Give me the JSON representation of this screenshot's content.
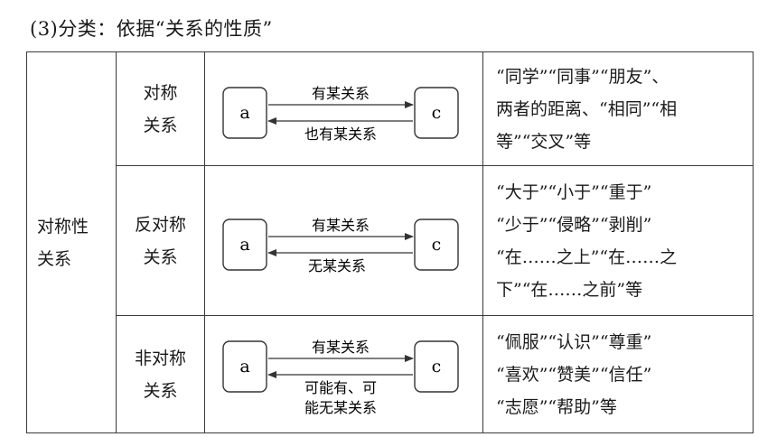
{
  "heading": "(3)分类：依据“关系的性质”",
  "category": [
    "对称性",
    "关系"
  ],
  "rows": [
    {
      "sub": [
        "对称",
        "关系"
      ],
      "node_a": "a",
      "node_c": "c",
      "top_label": "有某关系",
      "bottom_label": [
        "也有某关系"
      ],
      "examples": [
        "“同学”“同事”“朋友”、",
        "两者的距离、“相同”“相",
        "等”“交叉”等"
      ]
    },
    {
      "sub": [
        "反对称",
        "关系"
      ],
      "node_a": "a",
      "node_c": "c",
      "top_label": "有某关系",
      "bottom_label": [
        "无某关系"
      ],
      "examples": [
        "“大于”“小于”“重于”",
        "“少于”“侵略”“剥削”",
        "“在……之上”“在……之",
        "下”“在……之前”等"
      ]
    },
    {
      "sub": [
        "非对称",
        "关系"
      ],
      "node_a": "a",
      "node_c": "c",
      "top_label": "有某关系",
      "bottom_label": [
        "可能有、可",
        "能无某关系"
      ],
      "examples": [
        "“佩服”“认识”“尊重”",
        "“喜欢”“赞美”“信任”",
        "“志愿”“帮助”等"
      ]
    }
  ]
}
